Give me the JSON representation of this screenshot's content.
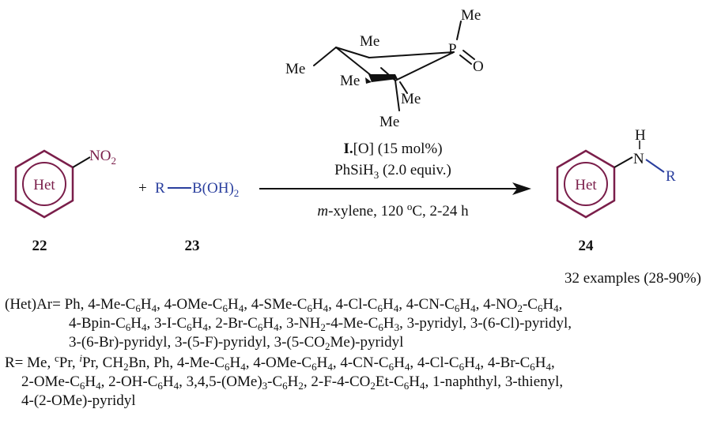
{
  "catalyst": {
    "me_top": "Me",
    "me_mid": "Me",
    "me_left": "Me",
    "me_front": "Me",
    "me_right": "Me",
    "me_bottom": "Me",
    "p_atom": "P",
    "o_atom": "O"
  },
  "reactant_22": {
    "ring_label": "Het",
    "substituent": "NO",
    "substituent_sub": "2",
    "number": "22"
  },
  "reactant_23": {
    "plus": "+",
    "r": "R",
    "group": "B(OH)",
    "group_sub": "2",
    "number": "23"
  },
  "product_24": {
    "ring_label": "Het",
    "h": "H",
    "n": "N",
    "r": "R",
    "number": "24"
  },
  "conditions": {
    "catalyst_bold": "I.",
    "catalyst_rest": "[O] (15 mol%)",
    "reductant": "PhSiH",
    "reductant_sub": "3",
    "reductant_rest": " (2.0 equiv.)",
    "solvent_italic": "m",
    "solvent_rest": "-xylene, 120 ",
    "temp_sup": "o",
    "temp_rest": "C, 2-24 h"
  },
  "examples": "32 examples (28-90%)",
  "het_label": "(Het)Ar=",
  "het_line1": [
    "Ph,",
    "4-Me-C<sub>6</sub>H<sub>4</sub>,",
    "4-OMe-C<sub>6</sub>H<sub>4</sub>,",
    "4-SMe-C<sub>6</sub>H<sub>4</sub>,",
    "4-Cl-C<sub>6</sub>H<sub>4</sub>,",
    "4-CN-C<sub>6</sub>H<sub>4</sub>,",
    "4-NO<sub>2</sub>-C<sub>6</sub>H<sub>4</sub>,"
  ],
  "het_line2": [
    "4-Bpin-C<sub>6</sub>H<sub>4</sub>,",
    "3-I-C<sub>6</sub>H<sub>4</sub>,",
    "2-Br-C<sub>6</sub>H<sub>4</sub>,",
    "3-NH<sub>2</sub>-4-Me-C<sub>6</sub>H<sub>3</sub>,",
    "3-pyridyl,",
    "3-(6-Cl)-pyridyl,"
  ],
  "het_line3": [
    "3-(6-Br)-pyridyl,",
    "3-(5-F)-pyridyl,",
    "3-(5-CO<sub>2</sub>Me)-pyridyl"
  ],
  "r_label": "R=",
  "r_line1": [
    "Me,",
    "<sup>c</sup>Pr,",
    "<sup><i>i</i></sup>Pr,",
    "CH<sub>2</sub>Bn,",
    "Ph,",
    "4-Me-C<sub>6</sub>H<sub>4</sub>,",
    "4-OMe-C<sub>6</sub>H<sub>4</sub>,",
    "4-CN-C<sub>6</sub>H<sub>4</sub>,",
    "4-Cl-C<sub>6</sub>H<sub>4</sub>,",
    "4-Br-C<sub>6</sub>H<sub>4</sub>,"
  ],
  "r_line2": [
    "2-OMe-C<sub>6</sub>H<sub>4</sub>,",
    "2-OH-C<sub>6</sub>H<sub>4</sub>,",
    "3,4,5-(OMe)<sub>3</sub>-C<sub>6</sub>H<sub>2</sub>,",
    "2-F-4-CO<sub>2</sub>Et-C<sub>6</sub>H<sub>4</sub>,",
    "1-naphthyl,",
    "3-thienyl,"
  ],
  "r_line3": [
    "4-(2-OMe)-pyridyl"
  ],
  "colors": {
    "het": "#7a1e4a",
    "r_group": "#2a3f9e",
    "text": "#111111"
  }
}
